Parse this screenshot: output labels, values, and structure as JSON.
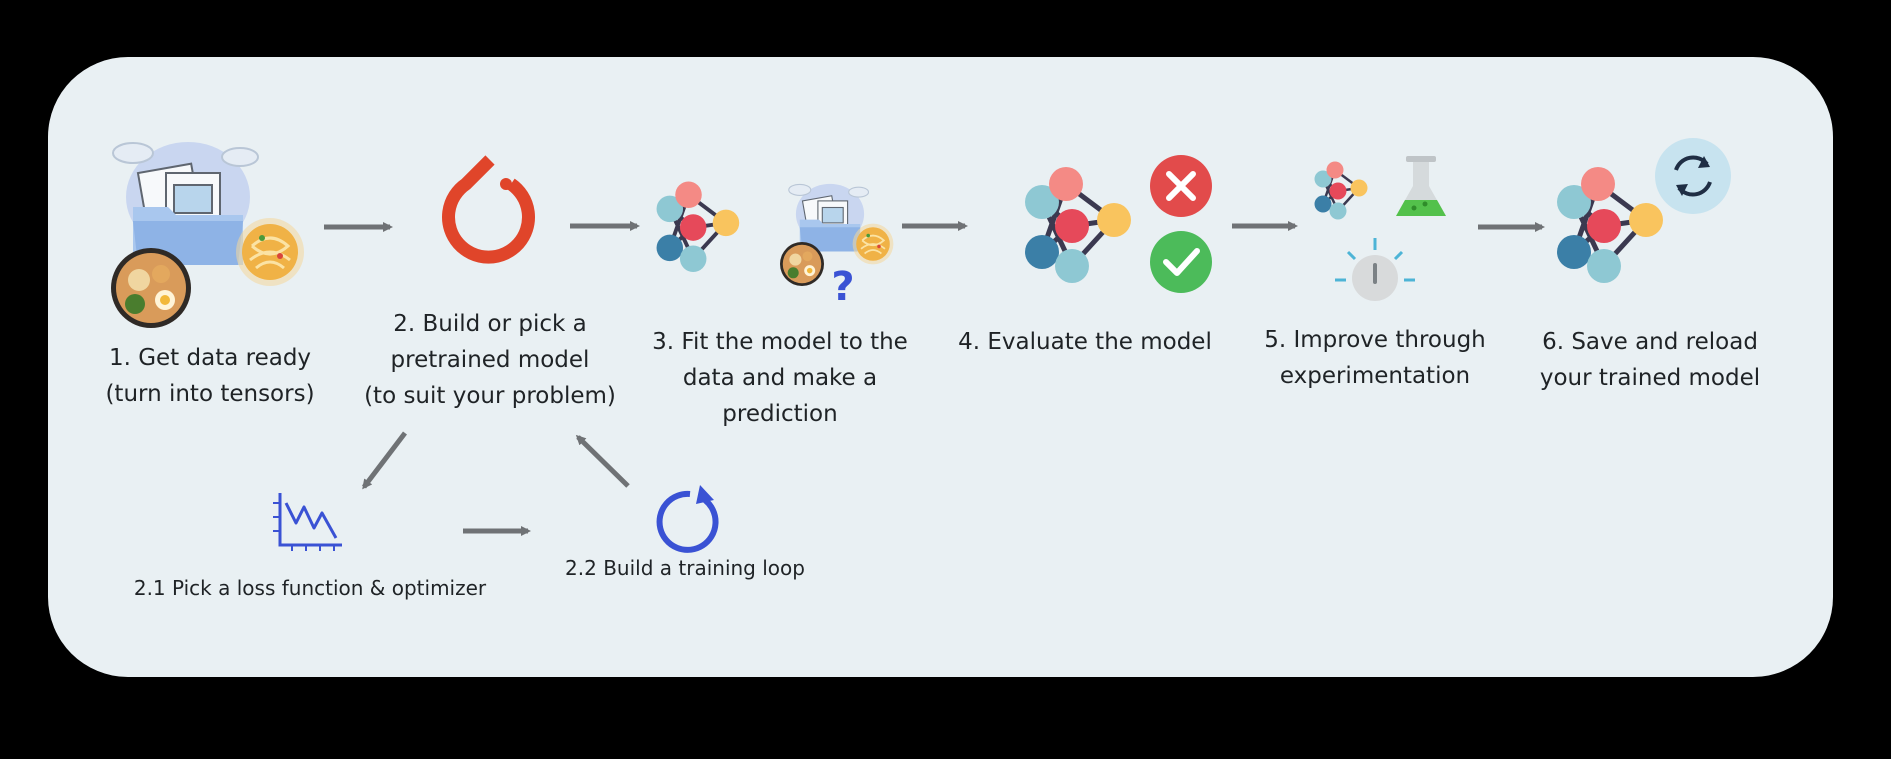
{
  "steps": [
    {
      "id": "get-data",
      "label": "1. Get data ready\n(turn into tensors)"
    },
    {
      "id": "build-model",
      "label": "2. Build or pick a\npretrained model\n(to suit your problem)"
    },
    {
      "id": "fit-model",
      "label": "3. Fit the model to the\ndata and make a\nprediction"
    },
    {
      "id": "evaluate",
      "label": "4. Evaluate the model"
    },
    {
      "id": "improve",
      "label": "5. Improve through\nexperimentation"
    },
    {
      "id": "save-reload",
      "label": "6. Save and reload\nyour trained model"
    }
  ],
  "substeps": [
    {
      "id": "loss-optimizer",
      "label": "2.1 Pick a loss function & optimizer"
    },
    {
      "id": "training-loop",
      "label": "2.2 Build a training loop"
    }
  ],
  "icons": {
    "data": "folder-with-food-images-icon",
    "pytorch": "pytorch-logo-icon",
    "network": "neural-network-icon",
    "wrong": "x-mark-icon",
    "right": "check-mark-icon",
    "experiment": "flask-icon",
    "timer": "stopwatch-icon",
    "reload": "refresh-icon",
    "loss": "loss-curve-icon",
    "loop": "loop-arrow-icon"
  },
  "colors": {
    "background": "#000000",
    "panel": "#e9f0f3",
    "arrow": "#6f7275",
    "pytorch": "#e0452a",
    "node_teal": "#8ec8d3",
    "node_red": "#e6495a",
    "node_pink": "#f48a85",
    "node_yellow": "#f9c45e",
    "node_blue": "#3b7fa7",
    "edge": "#3b3950",
    "wrong": "#e24b4b",
    "right": "#4cbb5a",
    "blue_icon": "#3a52d4"
  }
}
